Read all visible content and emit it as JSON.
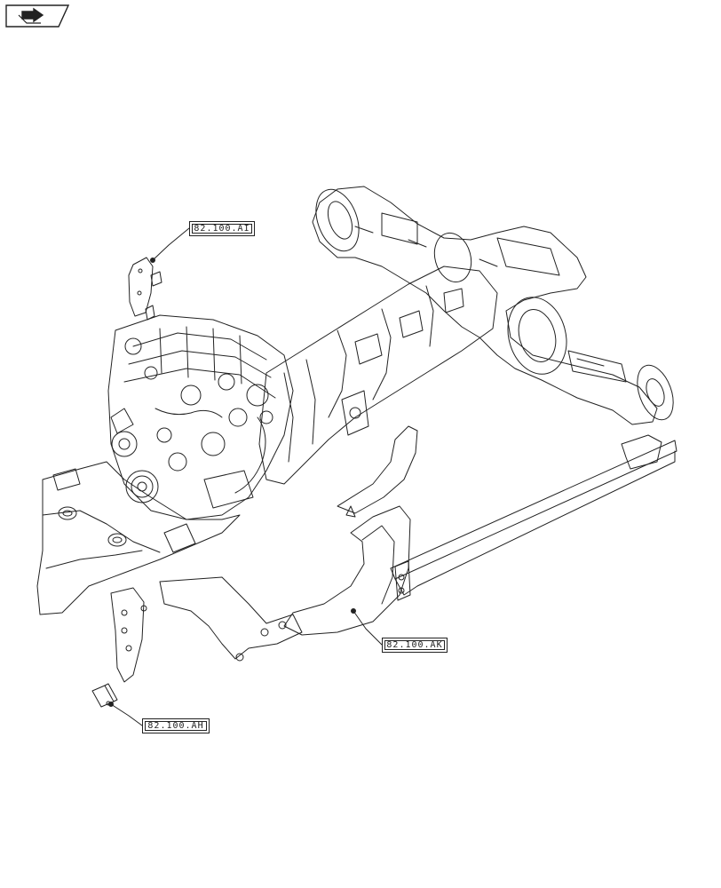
{
  "nav": {
    "icon": "page-nav-icon"
  },
  "callouts": {
    "ai": "82.100.AI",
    "ak": "82.100.AK",
    "ah": "82.100.AH"
  },
  "colors": {
    "line": "#222222",
    "background": "#ffffff"
  }
}
